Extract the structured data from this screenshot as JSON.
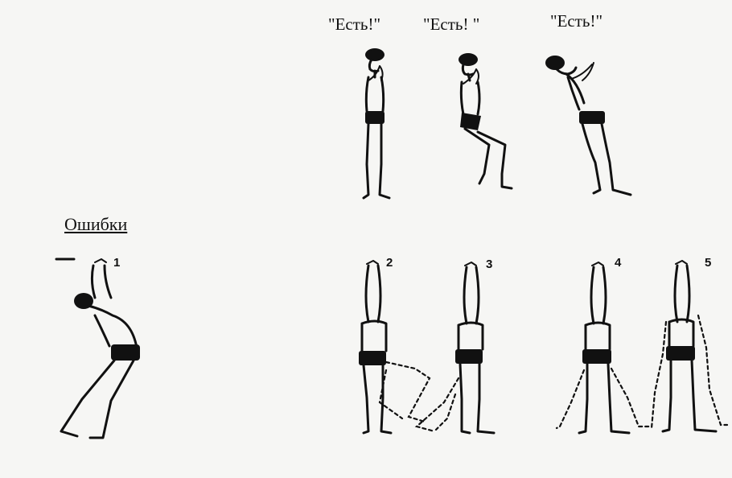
{
  "commands": [
    {
      "text": "\"Есть!\""
    },
    {
      "text": "\"Есть! \""
    },
    {
      "text": "\"Есть!\""
    }
  ],
  "errors_heading": "Ошибки",
  "error_numbers": [
    "1",
    "2",
    "3",
    "4",
    "5"
  ],
  "colors": {
    "ink": "#111111",
    "paper": "#f6f6f4"
  }
}
